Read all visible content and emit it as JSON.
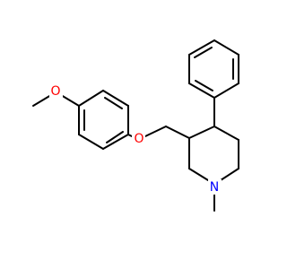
{
  "molecule": {
    "atoms": {
      "methoxy_O": {
        "symbol": "O",
        "color": "#ff0000"
      },
      "ether_O": {
        "symbol": "O",
        "color": "#ff0000"
      },
      "ring_N": {
        "symbol": "N",
        "color": "#0000ff"
      }
    }
  }
}
